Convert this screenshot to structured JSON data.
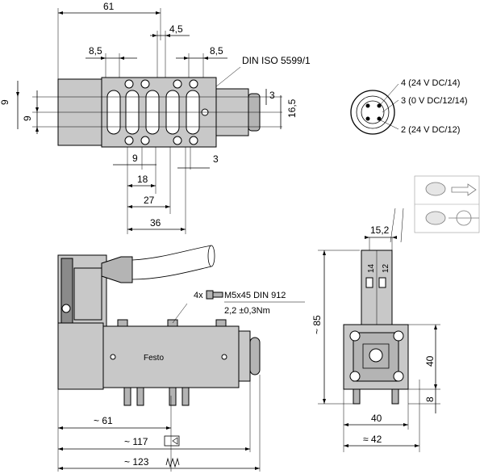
{
  "dimensions": {
    "top_width": "61",
    "pitch_4_5": "4,5",
    "left_8_5": "8,5",
    "right_8_5": "8,5",
    "din_label": "DIN ISO 5599/1",
    "left_9_upper": "9",
    "left_9_lower": "9",
    "right_3": "3",
    "right_16_5": "16,5",
    "bottom_9": "9",
    "bottom_3": "3",
    "bottom_18": "18",
    "bottom_27": "27",
    "bottom_36": "36",
    "screw_qty": "4x",
    "screw_spec": "M5x45 DIN 912",
    "torque": "2,2 ±0,3Nm",
    "front_61": "~ 61",
    "front_117": "~ 117",
    "front_123": "~ 123",
    "side_15_2": "15,2",
    "side_85": "~ 85",
    "side_40_h": "40",
    "side_8": "8",
    "side_40_w": "40",
    "side_42": "≈ 42",
    "coil_14": "14",
    "coil_12": "12",
    "body_mark": "Festo"
  },
  "connector": {
    "pin4": "4 (24 V DC/14)",
    "pin3": "3 (0 V DC/12/14)",
    "pin2": "2 (24 V DC/12)"
  },
  "icons": [
    "manual-override-push-icon",
    "manual-override-turn-icon",
    "detent-symbol-icon",
    "spring-symbol-icon",
    "connector-pinout-icon",
    "screw-icon"
  ]
}
